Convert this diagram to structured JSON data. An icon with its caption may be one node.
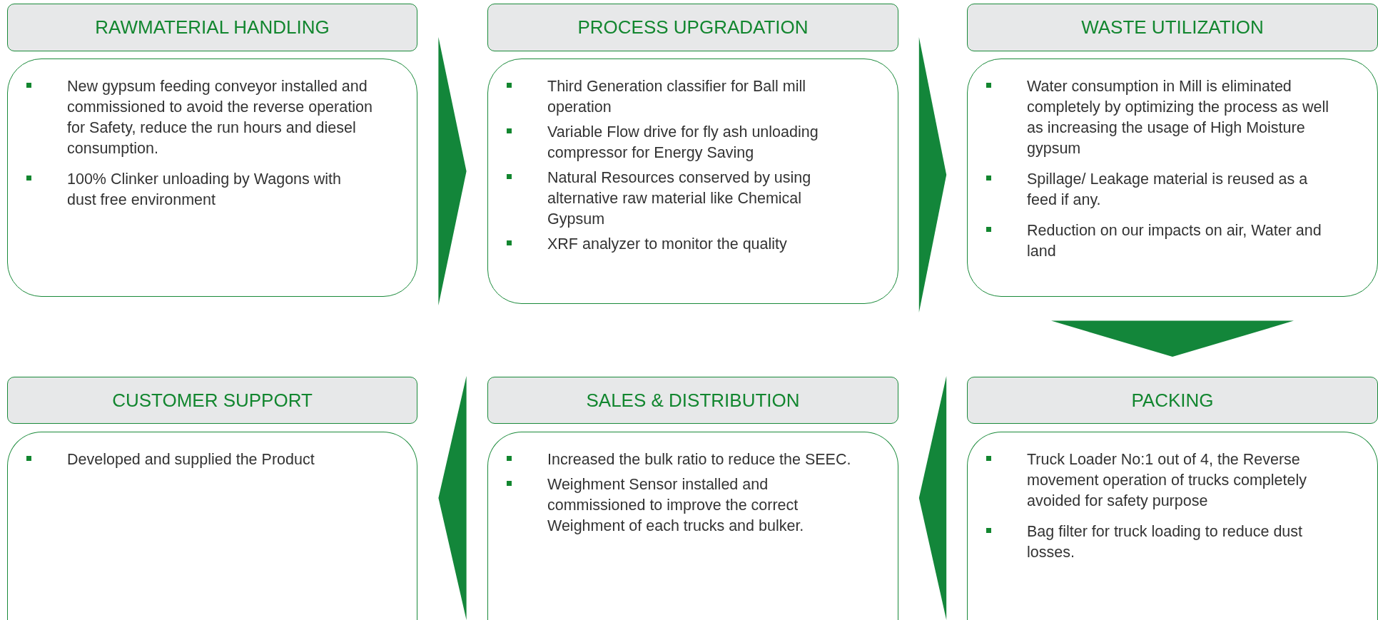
{
  "diagram": {
    "nodes": [
      {
        "text": [
          "RAWMATERIAL HANDLING"
        ]
      },
      {
        "text": [
          "New gypsum feeding conveyor installed and commissioned to avoid the reverse operation for Safety, reduce the run hours and diesel consumption.",
          "100% Clinker unloading by Wagons with dust free environment"
        ]
      },
      {
        "text": [
          "PROCESS UPGRADATION"
        ]
      },
      {
        "text": [
          "Third Generation classifier for Ball mill operation",
          "Variable Flow drive for fly ash unloading compressor for Energy Saving",
          "Natural Resources conserved by using alternative raw material like Chemical Gypsum",
          "XRF analyzer to monitor the quality"
        ]
      },
      {
        "text": [
          "WASTE UTILIZATION"
        ]
      },
      {
        "text": [
          "Water consumption in Mill is eliminated completely by optimizing the process as well as increasing the usage of High Moisture gypsum",
          "Spillage/ Leakage material is reused as a feed if any.",
          "Reduction on our impacts on air, Water and land"
        ]
      },
      {
        "text": [
          "CUSTOMER SUPPORT"
        ]
      },
      {
        "text": [
          "Developed and supplied the Product"
        ]
      },
      {
        "text": [
          "SALES & DISTRIBUTION"
        ]
      },
      {
        "text": [
          "Increased the bulk ratio to reduce the SEEC.",
          "Weighment Sensor installed and commissioned to improve the correct Weighment of each trucks and bulker."
        ]
      },
      {
        "text": [
          "PACKING"
        ]
      },
      {
        "text": [
          "Truck Loader No:1 out of 4, the Reverse movement operation of trucks completely avoided for safety purpose",
          "Bag filter for truck loading to reduce dust losses."
        ]
      }
    ],
    "edges": [
      {
        "from": 1,
        "to": 3,
        "arrow": "to"
      },
      {
        "from": 3,
        "to": 5,
        "arrow": "to"
      },
      {
        "from": 5,
        "to": 10,
        "arrow": "to"
      },
      {
        "from": 11,
        "to": 9,
        "arrow": "to"
      },
      {
        "from": 9,
        "to": 7,
        "arrow": "to"
      }
    ]
  }
}
